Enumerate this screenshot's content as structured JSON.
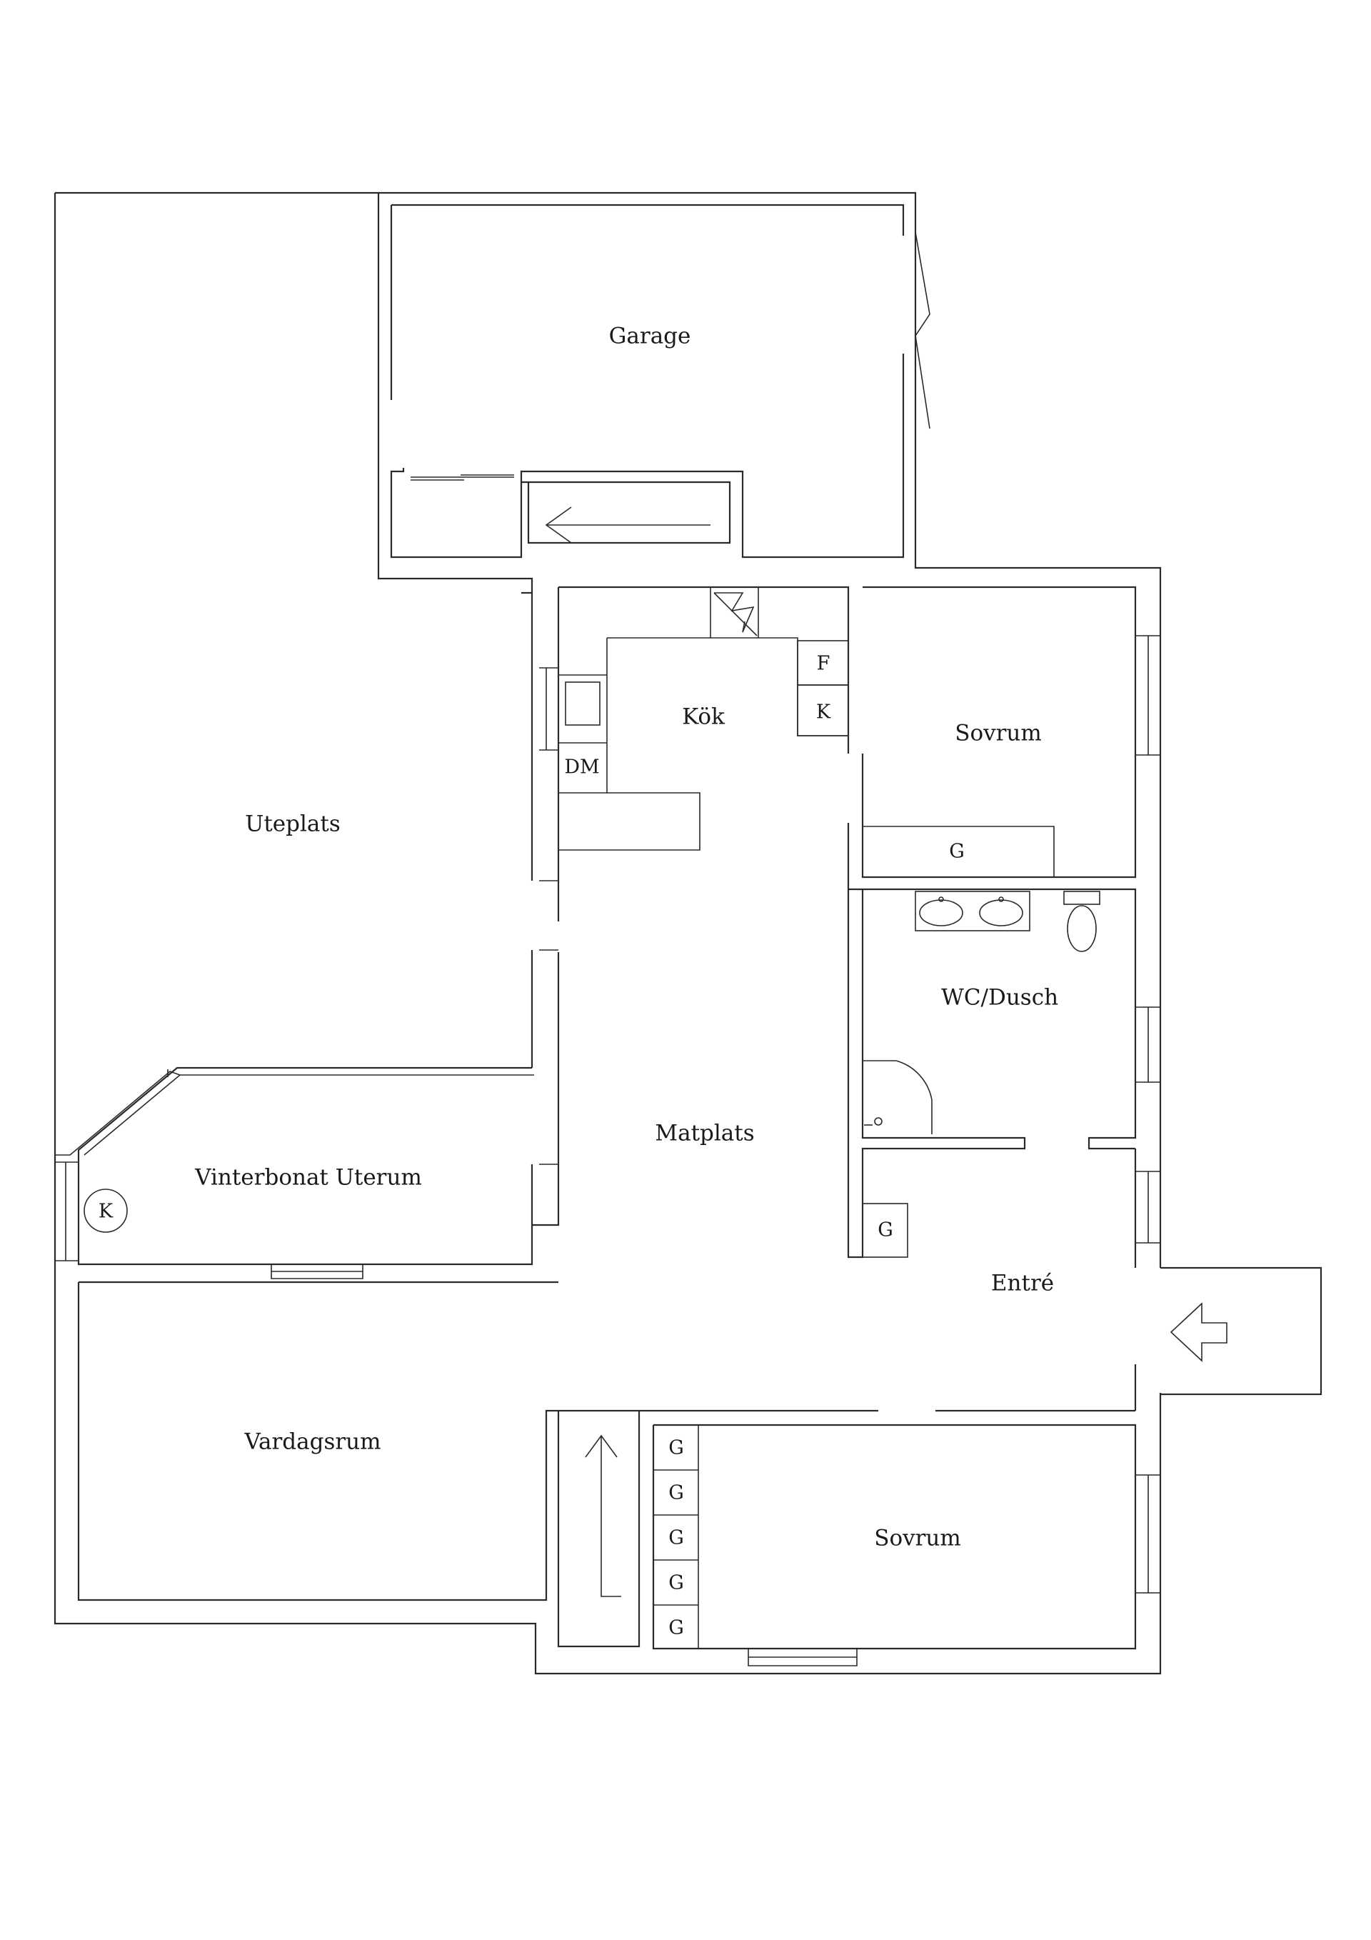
{
  "rooms": {
    "garage": "Garage",
    "uteplats": "Uteplats",
    "kok": "Kök",
    "sovrum_1": "Sovrum",
    "wc_dusch": "WC/Dusch",
    "matplats": "Matplats",
    "vinterbonat_uterum": "Vinterbonat Uterum",
    "entre": "Entré",
    "vardagsrum": "Vardagsrum",
    "sovrum_2": "Sovrum"
  },
  "fixtures": {
    "kitchen_fridge": "F",
    "kitchen_freezer": "K",
    "dishwasher": "DM",
    "wardrobe_sovrum_1": "G",
    "wardrobe_entre": "G",
    "fireplace": "K",
    "wardrobes_sovrum_2": [
      "G",
      "G",
      "G",
      "G",
      "G"
    ]
  }
}
